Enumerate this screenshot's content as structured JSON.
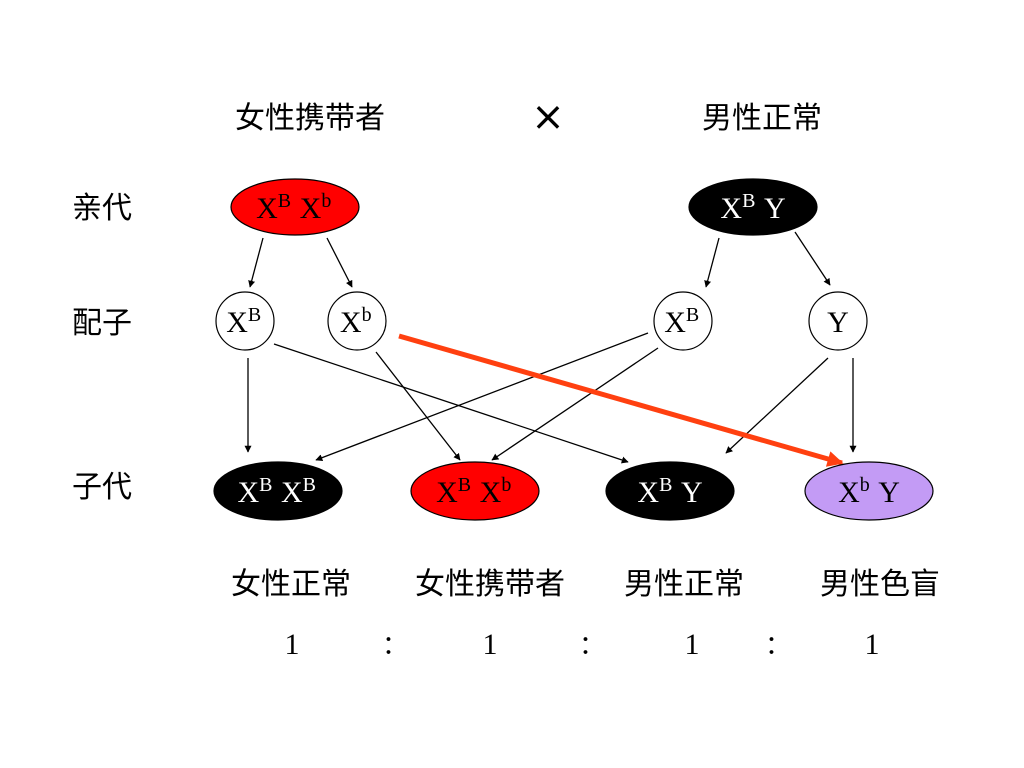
{
  "header": {
    "female_parent": "女性携带者",
    "cross_symbol": "×",
    "male_parent": "男性正常"
  },
  "row_labels": {
    "parents": "亲代",
    "gametes": "配子",
    "offspring": "子代"
  },
  "parents": [
    {
      "id": "p1",
      "genotype": [
        [
          "X",
          "B"
        ],
        [
          "X",
          "b"
        ]
      ],
      "fill": "#ff0000",
      "text_color": "#000000"
    },
    {
      "id": "p2",
      "genotype": [
        [
          "X",
          "B"
        ],
        [
          "Y",
          ""
        ]
      ],
      "fill": "#000000",
      "text_color": "#ffffff"
    }
  ],
  "gametes": [
    {
      "id": "g1",
      "genotype": [
        [
          "X",
          "B"
        ]
      ],
      "fill": "#ffffff",
      "text_color": "#000000"
    },
    {
      "id": "g2",
      "genotype": [
        [
          "X",
          "b"
        ]
      ],
      "fill": "#ffffff",
      "text_color": "#000000"
    },
    {
      "id": "g3",
      "genotype": [
        [
          "X",
          "B"
        ]
      ],
      "fill": "#ffffff",
      "text_color": "#000000"
    },
    {
      "id": "g4",
      "genotype": [
        [
          "Y",
          ""
        ]
      ],
      "fill": "#ffffff",
      "text_color": "#000000"
    }
  ],
  "offspring": [
    {
      "id": "o1",
      "genotype": [
        [
          "X",
          "B"
        ],
        [
          "X",
          "B"
        ]
      ],
      "fill": "#000000",
      "text_color": "#ffffff",
      "phenotype": "女性正常"
    },
    {
      "id": "o2",
      "genotype": [
        [
          "X",
          "B"
        ],
        [
          "X",
          "b"
        ]
      ],
      "fill": "#ff0000",
      "text_color": "#000000",
      "phenotype": "女性携带者"
    },
    {
      "id": "o3",
      "genotype": [
        [
          "X",
          "B"
        ],
        [
          "Y",
          ""
        ]
      ],
      "fill": "#000000",
      "text_color": "#ffffff",
      "phenotype": "男性正常"
    },
    {
      "id": "o4",
      "genotype": [
        [
          "X",
          "b"
        ],
        [
          "Y",
          ""
        ]
      ],
      "fill": "#c39bf5",
      "text_color": "#000000",
      "phenotype": "男性色盲"
    }
  ],
  "ratio": {
    "values": [
      "1",
      "1",
      "1",
      "1"
    ],
    "separator": "："
  },
  "edges": [
    {
      "from": "p1",
      "to": "g1"
    },
    {
      "from": "p1",
      "to": "g2"
    },
    {
      "from": "p2",
      "to": "g3"
    },
    {
      "from": "p2",
      "to": "g4"
    },
    {
      "from": "g1",
      "to": "o1"
    },
    {
      "from": "g1",
      "to": "o3"
    },
    {
      "from": "g2",
      "to": "o2"
    },
    {
      "from": "g3",
      "to": "o1"
    },
    {
      "from": "g3",
      "to": "o2"
    },
    {
      "from": "g4",
      "to": "o3"
    },
    {
      "from": "g4",
      "to": "o4"
    }
  ],
  "highlight_edge": {
    "from": "g2",
    "to": "o4",
    "color": "#ff4010"
  }
}
